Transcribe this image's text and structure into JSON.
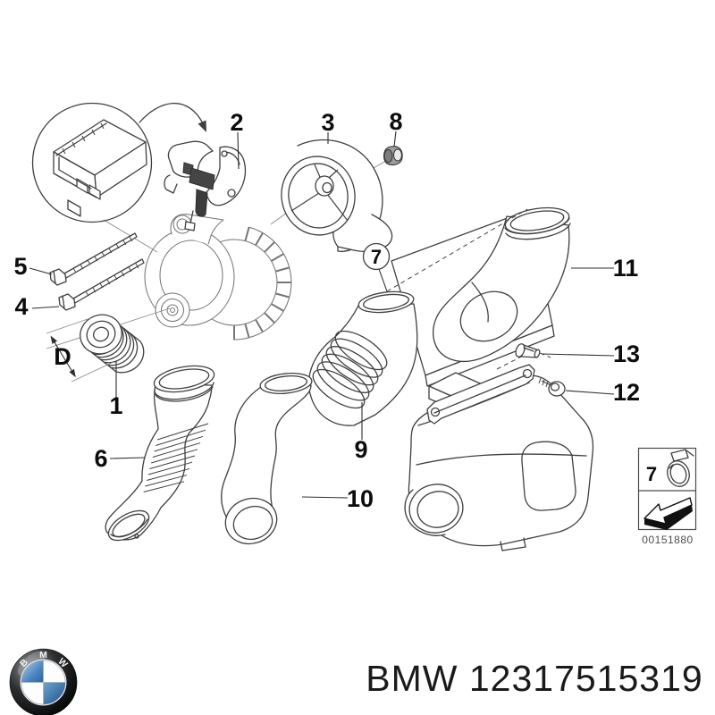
{
  "diagram": {
    "callouts": {
      "c1": "1",
      "c2": "2",
      "c3": "3",
      "c4": "4",
      "c5": "5",
      "c6": "6",
      "c7": "7",
      "c8": "8",
      "c9": "9",
      "c10": "10",
      "c11": "11",
      "c12": "12",
      "c13": "13",
      "dimension": "D"
    },
    "legend": {
      "ref": "7",
      "doc_number": "00151880"
    }
  },
  "footer": {
    "logo": {
      "letters": [
        "B",
        "M",
        "W"
      ]
    },
    "text": "BMW 12317515319"
  },
  "colors": {
    "line": "#3f3f3f",
    "text": "#0c0c0c",
    "logo_blue": "#3a76b4",
    "logo_blue_light": "#9cc0e8",
    "watermark": "#4c4c4c"
  }
}
